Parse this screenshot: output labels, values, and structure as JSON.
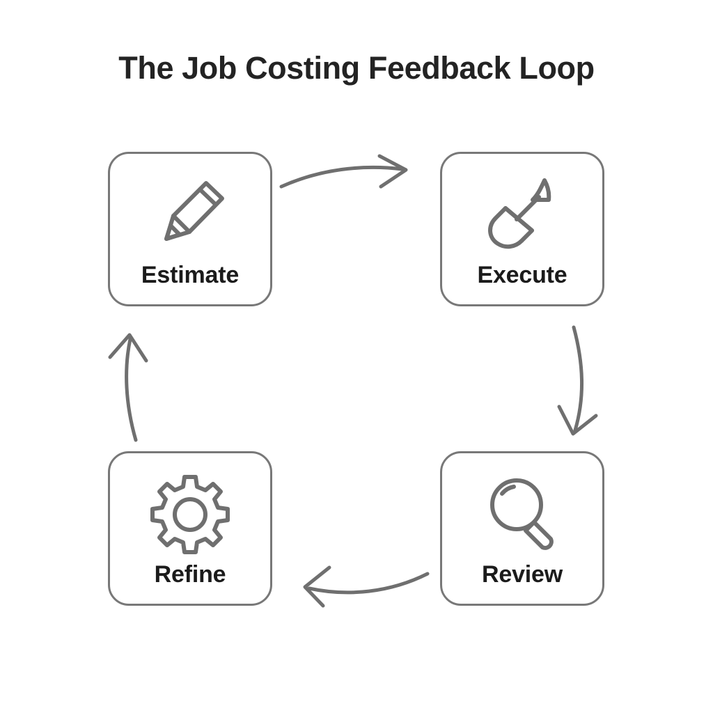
{
  "diagram": {
    "title": "The Job Costing Feedback Loop",
    "type": "cycle-flow",
    "background_color": "#ffffff",
    "outline_color": "#787878",
    "icon_color": "#6f6f6f",
    "label_color": "#1b1b1b",
    "title_color": "#232323",
    "nodes": [
      {
        "id": "estimate",
        "label": "Estimate",
        "icon": "pencil-icon",
        "position": "top-left"
      },
      {
        "id": "execute",
        "label": "Execute",
        "icon": "shovel-icon",
        "position": "top-right"
      },
      {
        "id": "review",
        "label": "Review",
        "icon": "magnifying-glass-icon",
        "position": "bottom-right"
      },
      {
        "id": "refine",
        "label": "Refine",
        "icon": "gear-icon",
        "position": "bottom-left"
      }
    ],
    "connectors": [
      {
        "id": "estimate-to-execute",
        "from": "Estimate",
        "to": "Execute",
        "direction": "right",
        "style": "curved-arrow"
      },
      {
        "id": "execute-to-review",
        "from": "Execute",
        "to": "Review",
        "direction": "down",
        "style": "curved-arrow"
      },
      {
        "id": "review-to-refine",
        "from": "Review",
        "to": "Refine",
        "direction": "left",
        "style": "curved-arrow"
      },
      {
        "id": "refine-to-estimate",
        "from": "Refine",
        "to": "Estimate",
        "direction": "up",
        "style": "curved-arrow"
      }
    ]
  }
}
